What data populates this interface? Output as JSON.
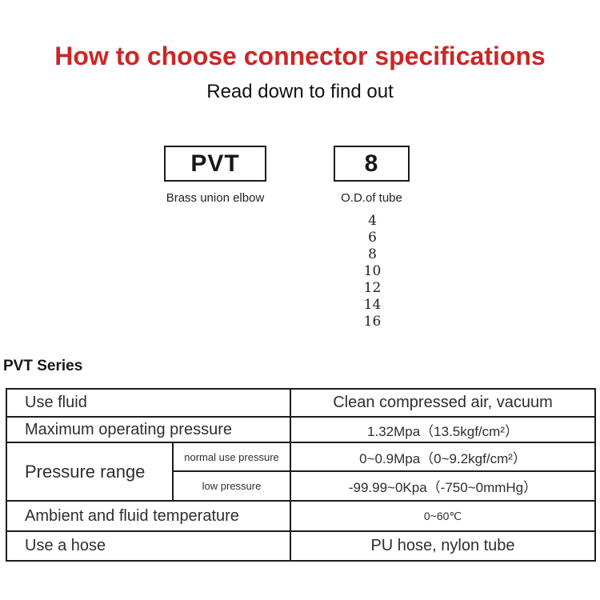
{
  "colors": {
    "title_color": "#cc2626",
    "stripe_color": "#f5eee1",
    "border_color": "#1d1d1d",
    "text_color": "#2e2e2e"
  },
  "header": {
    "title": "How to choose connector specifications",
    "subtitle": "Read down to find out"
  },
  "selector": {
    "code_box": {
      "label": "PVT",
      "caption": "Brass union elbow"
    },
    "size_box": {
      "label": "8",
      "caption": "O.D.of tube"
    },
    "tube_sizes": [
      "4",
      "6",
      "8",
      "10",
      "12",
      "14",
      "16"
    ]
  },
  "series": {
    "heading": "PVT Series"
  },
  "spec_table": {
    "rows": [
      {
        "label": "Use fluid",
        "value": "Clean compressed air, vacuum"
      },
      {
        "label": "Maximum operating pressure",
        "value": "1.32Mpa（13.5kgf/cm²）"
      },
      {
        "label": "Pressure range",
        "sublabel": "normal use pressure",
        "value": "0~0.9Mpa（0~9.2kgf/cm²）"
      },
      {
        "sublabel": "low pressure",
        "value": "-99.99~0Kpa（-750~0mmHg）"
      },
      {
        "label": "Ambient and fluid temperature",
        "value": "0~60℃"
      },
      {
        "label": "Use a hose",
        "value": "PU hose, nylon tube"
      }
    ]
  }
}
